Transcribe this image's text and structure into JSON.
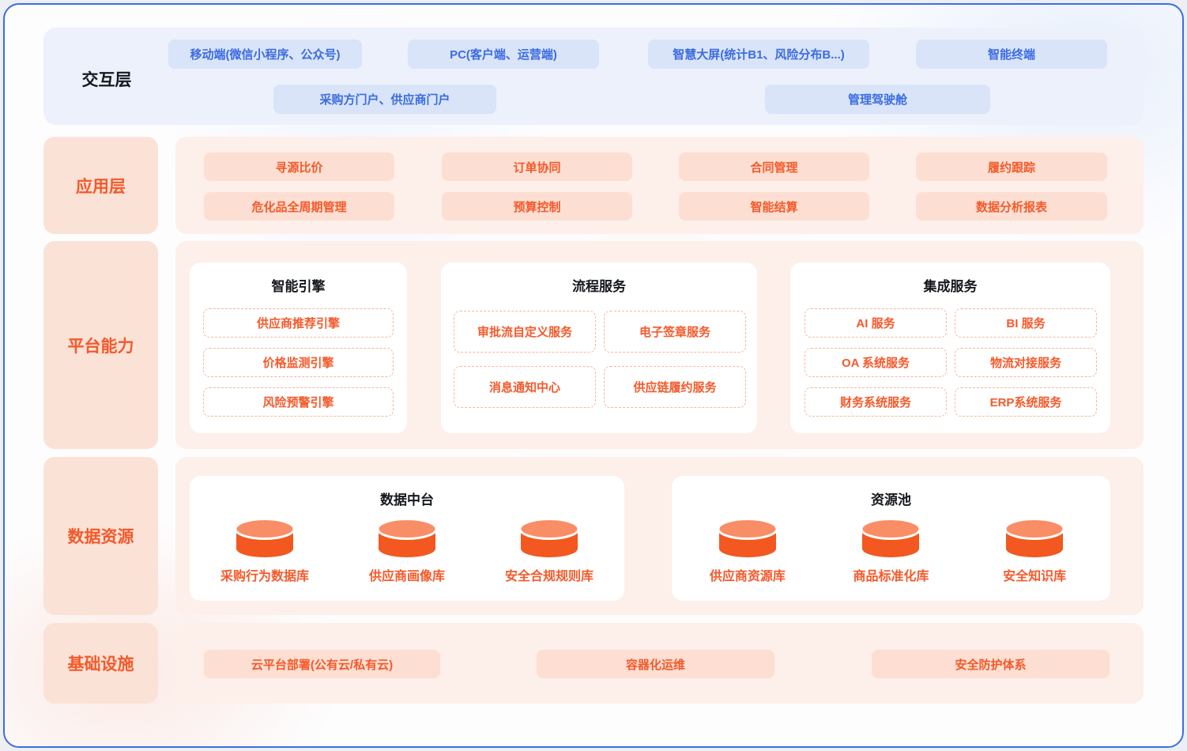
{
  "colors": {
    "frame_border": "#3C6DE2",
    "interaction_section_bg": "#ECF1FC",
    "interaction_pill_bg": "#D9E4F8",
    "interaction_text": "#3B6CE2",
    "layer_label_bg": "#FBE2D7",
    "layer_content_bg": "#FDEFE9",
    "orange_pill_bg": "#FCDFD2",
    "orange_text": "#F5592A",
    "card_bg": "#FFFFFF",
    "dashed_item_border": "#F5B79E",
    "cylinder_body": "#F2581F",
    "cylinder_top": "#F98D66"
  },
  "layers": {
    "interaction": {
      "label": "交互层",
      "row1": [
        "移动端(微信小程序、公众号)",
        "PC(客户端、运营端)",
        "智慧大屏(统计B1、风险分布B...)",
        "智能终端"
      ],
      "row2": [
        "采购方门户、供应商门户",
        "管理驾驶舱"
      ]
    },
    "application": {
      "label": "应用层",
      "row1": [
        "寻源比价",
        "订单协同",
        "合同管理",
        "履约跟踪"
      ],
      "row2": [
        "危化品全周期管理",
        "预算控制",
        "智能结算",
        "数据分析报表"
      ]
    },
    "platform": {
      "label": "平台能力",
      "cards": [
        {
          "title": "智能引擎",
          "items": [
            "供应商推荐引擎",
            "价格监测引擎",
            "风险预警引擎"
          ]
        },
        {
          "title": "流程服务",
          "items": [
            "审批流自定义服务",
            "电子签章服务",
            "消息通知中心",
            "供应链履约服务"
          ]
        },
        {
          "title": "集成服务",
          "items": [
            "AI 服务",
            "BI 服务",
            "OA 系统服务",
            "物流对接服务",
            "财务系统服务",
            "ERP系统服务"
          ]
        }
      ]
    },
    "data_resource": {
      "label": "数据资源",
      "cards": [
        {
          "title": "数据中台",
          "items": [
            "采购行为数据库",
            "供应商画像库",
            "安全合规规则库"
          ]
        },
        {
          "title": "资源池",
          "items": [
            "供应商资源库",
            "商品标准化库",
            "安全知识库"
          ]
        }
      ]
    },
    "infrastructure": {
      "label": "基础设施",
      "items": [
        "云平台部署(公有云/私有云)",
        "容器化运维",
        "安全防护体系"
      ]
    }
  }
}
